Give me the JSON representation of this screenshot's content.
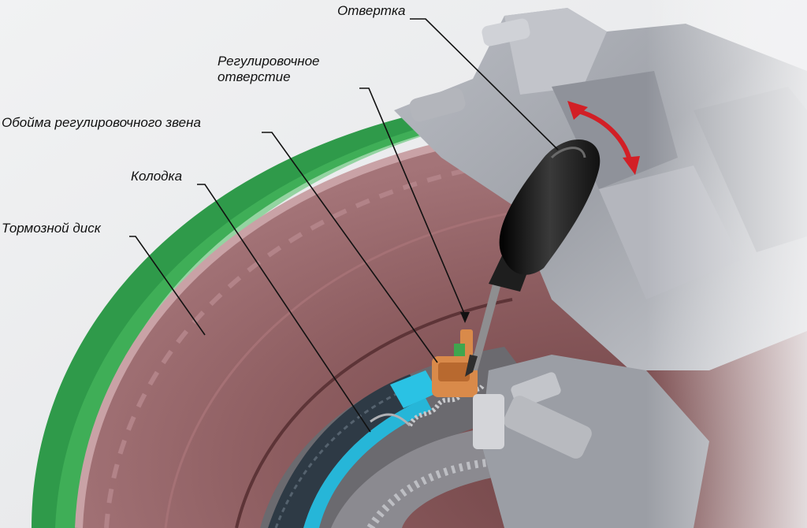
{
  "labels": {
    "screwdriver": "Отвертка",
    "adjust_hole_line1": "Регулировочное",
    "adjust_hole_line2": "отверстие",
    "adjuster_cage": "Обойма регулировочного звена",
    "shoe": "Колодка",
    "brake_disc": "Тормозной диск"
  },
  "colors": {
    "background": "#e9eaec",
    "disc": "#8a5a5c",
    "disc_rim": "#b98e92",
    "dust_shield": "#2f9a4a",
    "caliper": "#a9abb2",
    "shoe_lining": "#2e3a45",
    "shoe_plate": "#26b6d8",
    "adjuster": "#d98a4a",
    "screwdriver_handle": "#1c1c1c",
    "rotation_arrow": "#d21f26",
    "leader_line": "#111111"
  },
  "icons": {
    "rotation": "curved-double-arrow-icon"
  }
}
